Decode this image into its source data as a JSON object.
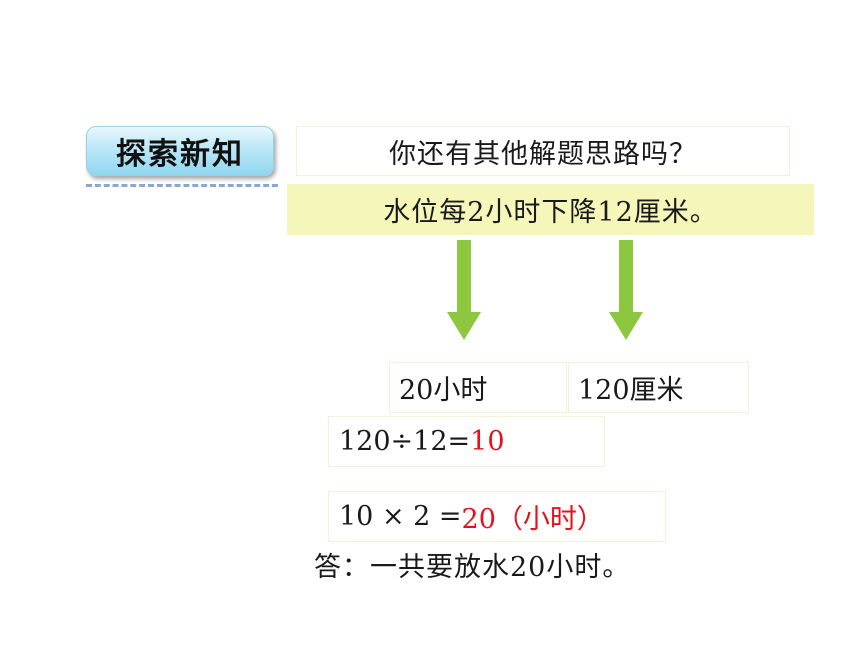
{
  "header": {
    "badge_label": "探索新知"
  },
  "question": "你还有其他解题思路吗？",
  "given": "水位每2小时下降12厘米。",
  "results": {
    "hours": "20小时",
    "cm": "120厘米"
  },
  "equation1": {
    "expr": "120÷12=",
    "result": "10"
  },
  "equation2": {
    "expr": "10 × 2 =",
    "result": "20（小时）"
  },
  "answer": "答：一共要放水20小时。",
  "colors": {
    "badge_bg": "#a9def3",
    "info_bar_bg": "#f5f6b9",
    "arrow": "#8dc63f",
    "result_red": "#e8111b",
    "dash_line": "#8aa7cf"
  },
  "icons": {
    "arrows": [
      "down-arrow-icon",
      "down-arrow-icon"
    ]
  }
}
